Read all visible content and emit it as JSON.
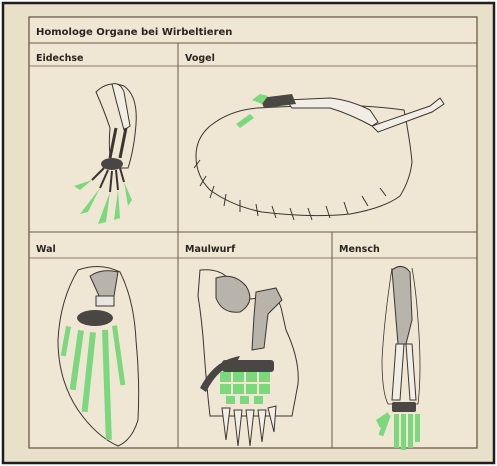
{
  "figure": {
    "title": "Homologe Organe bei Wirbeltieren",
    "panels": [
      {
        "label": "Eidechse"
      },
      {
        "label": "Vogel"
      },
      {
        "label": "Wal"
      },
      {
        "label": "Maulwurf"
      },
      {
        "label": "Mensch"
      }
    ]
  },
  "colors": {
    "paper": "#ece3ce",
    "frame": "#1e1e1e",
    "rule": "#6b5a48",
    "bone_grey": "#b8b3ab",
    "bone_dark": "#4a4643",
    "highlight_green": "#7bd87d",
    "outline": "#3a3530"
  }
}
